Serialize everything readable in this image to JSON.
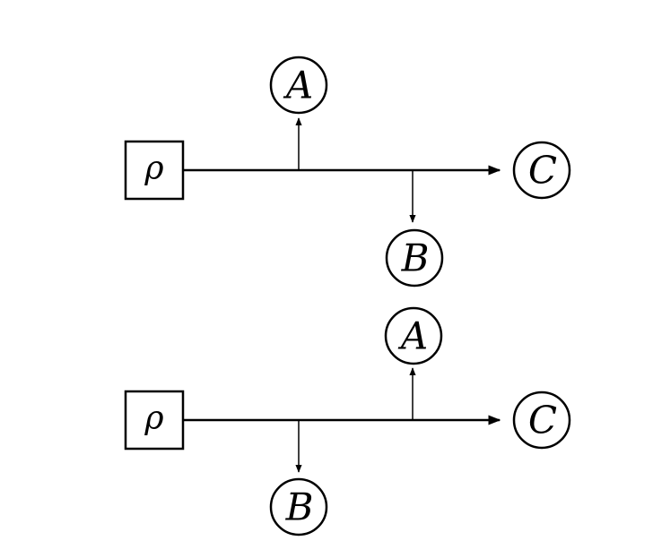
{
  "diagrams": [
    {
      "source": {
        "label": "ρ"
      },
      "upper_target": {
        "label": "A"
      },
      "lower_target": {
        "label": "B"
      },
      "end_target": {
        "label": "C"
      }
    },
    {
      "source": {
        "label": "ρ"
      },
      "upper_target": {
        "label": "A"
      },
      "lower_target": {
        "label": "B"
      },
      "end_target": {
        "label": "C"
      }
    }
  ],
  "colors": {
    "stroke": "#000000",
    "background": "#ffffff"
  }
}
